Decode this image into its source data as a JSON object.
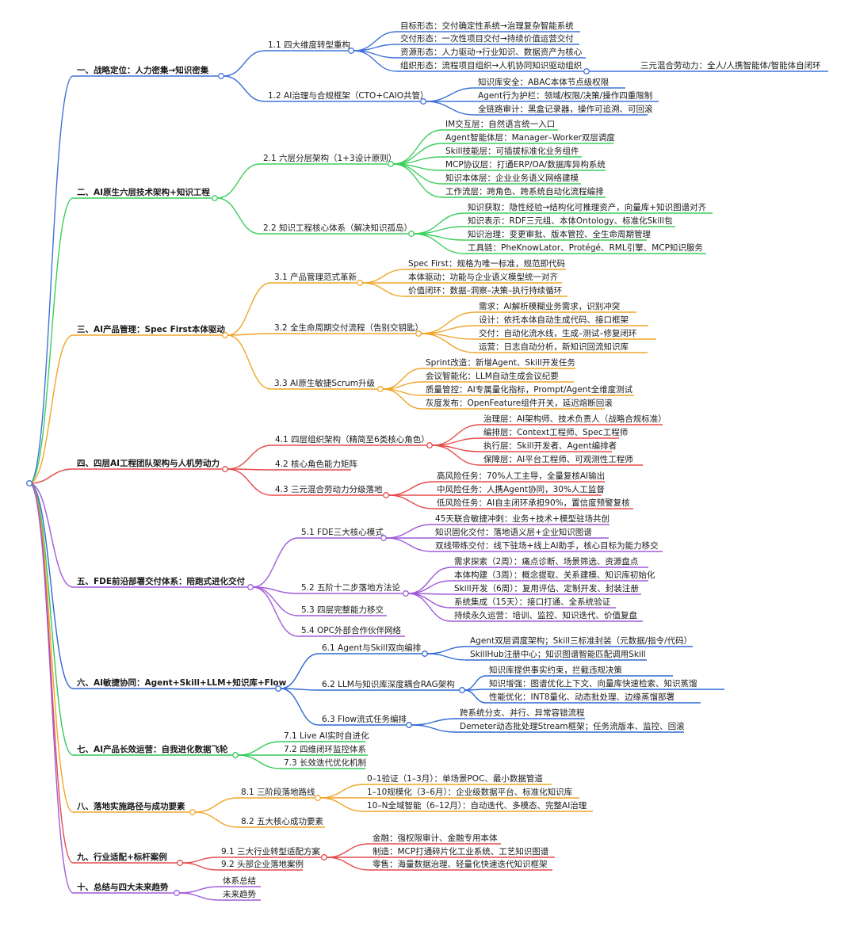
{
  "colors": {
    "root": "#3f73d8",
    "section_1": "#3f73d8",
    "section_2": "#3ccf5f",
    "section_3": "#f0a52a",
    "section_4": "#e64b4b",
    "section_5": "#a05ad8",
    "section_6": "#2f69d3",
    "section_7": "#33c95a",
    "section_8": "#f0a52a",
    "section_9": "#e64b4b",
    "section_10": "#a05ad8"
  },
  "sections": [
    {
      "label": "一、战略定位：人力密集→知识密集",
      "children": [
        {
          "label": "1.1 四大维度转型重构",
          "children": [
            {
              "label": "目标形态：交付确定性系统→治理复杂智能系统"
            },
            {
              "label": "交付形态：一次性项目交付→持续价值运营交付"
            },
            {
              "label": "资源形态：人力驱动→行业知识、数据资产为核心"
            },
            {
              "label": "组织形态：流程项目组织→人机协同知识驱动组织",
              "children": [
                {
                  "label": "三元混合劳动力：全人/人携智能体/智能体自闭环"
                }
              ]
            }
          ]
        },
        {
          "label": "1.2 AI治理与合规框架（CTO+CAIO共管）",
          "children": [
            {
              "label": "知识库安全：ABAC本体节点级权限"
            },
            {
              "label": "Agent行为护栏：领域/权限/决策/操作四重限制"
            },
            {
              "label": "全链路审计：黑盒记录器，操作可追溯、可回滚"
            }
          ]
        }
      ]
    },
    {
      "label": "二、AI原生六层技术架构+知识工程",
      "children": [
        {
          "label": "2.1 六层分层架构（1+3设计原则）",
          "children": [
            {
              "label": "IM交互层：自然语言统一入口"
            },
            {
              "label": "Agent智能体层：Manager–Worker双层调度"
            },
            {
              "label": "Skill技能层：可插拔标准化业务组件"
            },
            {
              "label": "MCP协议层：打通ERP/OA/数据库异构系统"
            },
            {
              "label": "知识本体层：企业业务语义网络建模"
            },
            {
              "label": "工作流层：跨角色、跨系统自动化流程编排"
            }
          ]
        },
        {
          "label": "2.2 知识工程核心体系（解决知识孤岛）",
          "children": [
            {
              "label": "知识获取：隐性经验→结构化可推理资产，向量库+知识图谱对齐"
            },
            {
              "label": "知识表示：RDF三元组、本体Ontology、标准化Skill包"
            },
            {
              "label": "知识治理：变更审批、版本管控、全生命周期管理"
            },
            {
              "label": "工具链：PheKnowLator、Protégé、RML引擎、MCP知识服务"
            }
          ]
        }
      ]
    },
    {
      "label": "三、AI产品管理：Spec First本体驱动",
      "children": [
        {
          "label": "3.1 产品管理范式革新",
          "children": [
            {
              "label": "Spec First：规格为唯一标准，规范即代码"
            },
            {
              "label": "本体驱动：功能与企业语义模型统一对齐"
            },
            {
              "label": "价值闭环：数据–洞察–决策–执行持续循环"
            }
          ]
        },
        {
          "label": "3.2 全生命周期交付流程（告别交钥匙）",
          "children": [
            {
              "label": "需求：AI解析模糊业务需求，识别冲突"
            },
            {
              "label": "设计：依托本体自动生成代码、接口框架"
            },
            {
              "label": "交付：自动化流水线，生成–测试–修复闭环"
            },
            {
              "label": "运营：日志自动分析，新知识回流知识库"
            }
          ]
        },
        {
          "label": "3.3 AI原生敏捷Scrum升级",
          "children": [
            {
              "label": "Sprint改造：新增Agent、Skill开发任务"
            },
            {
              "label": "会议智能化：LLM自动生成会议纪要"
            },
            {
              "label": "质量管控：AI专属量化指标，Prompt/Agent全维度测试"
            },
            {
              "label": "灰度发布：OpenFeature组件开关，延迟熔断回滚"
            }
          ]
        }
      ]
    },
    {
      "label": "四、四层AI工程团队架构与人机劳动力",
      "children": [
        {
          "label": "4.1 四层组织架构（精简至6类核心角色）",
          "children": [
            {
              "label": "治理层：AI架构师、技术负责人（战略合规标准）"
            },
            {
              "label": "编排层：Context工程师、Spec工程师"
            },
            {
              "label": "执行层：Skill开发者、Agent编排者"
            },
            {
              "label": "保障层：AI平台工程师、可观测性工程师"
            }
          ]
        },
        {
          "label": "4.2 核心角色能力矩阵"
        },
        {
          "label": "4.3 三元混合劳动力分级落地",
          "children": [
            {
              "label": "高风险任务：70%人工主导，全量复核AI输出"
            },
            {
              "label": "中风险任务：人携Agent协同，30%人工监督"
            },
            {
              "label": "低风险任务：AI自主闭环承担90%，置信度预警复核"
            }
          ]
        }
      ]
    },
    {
      "label": "五、FDE前沿部署交付体系：陪跑式进化交付",
      "children": [
        {
          "label": "5.1 FDE三大核心模式",
          "children": [
            {
              "label": "45天联合敏捷冲刺：业务+技术+模型驻场共创"
            },
            {
              "label": "知识固化交付：落地语义层+企业知识图谱"
            },
            {
              "label": "双线带练交付：线下驻场+线上AI助手，核心目标为能力移交"
            }
          ]
        },
        {
          "label": "5.2 五阶十二步落地方法论",
          "children": [
            {
              "label": "需求探索（2周）：痛点诊断、场景筛选、资源盘点"
            },
            {
              "label": "本体构建（3周）：概念提取、关系建模、知识库初始化"
            },
            {
              "label": "Skill开发（6周）：复用评估、定制开发、封装注册"
            },
            {
              "label": "系统集成（15天）：接口打通、全系统验证"
            },
            {
              "label": "持续永久运营：培训、监控、知识迭代、价值复盘"
            }
          ]
        },
        {
          "label": "5.3 四层完整能力移交"
        },
        {
          "label": "5.4 OPC外部合作伙伴网络"
        }
      ]
    },
    {
      "label": "六、AI敏捷协同：Agent+Skill+LLM+知识库+Flow",
      "children": [
        {
          "label": "6.1 Agent与Skill双向编排",
          "children": [
            {
              "label": "Agent双层调度架构；Skill三标准封装（元数据/指令/代码）"
            },
            {
              "label": "SkillHub注册中心；知识图谱智能匹配调用Skill"
            }
          ]
        },
        {
          "label": "6.2 LLM与知识库深度耦合RAG架构",
          "children": [
            {
              "label": "知识库提供事实约束，拦截违规决策"
            },
            {
              "label": "知识增强：图谱优化上下文、向量库快速检索、知识蒸馏"
            },
            {
              "label": "性能优化：INT8量化、动态批处理、边缘蒸馏部署"
            }
          ]
        },
        {
          "label": "6.3 Flow流式任务编排",
          "children": [
            {
              "label": "跨系统分支、并行、异常容错流程"
            },
            {
              "label": "Demeter动态批处理Stream框架；任务流版本、监控、回滚"
            }
          ]
        }
      ]
    },
    {
      "label": "七、AI产品长效运营：自我进化数据飞轮",
      "children": [
        {
          "label": "7.1 Live AI实时自进化"
        },
        {
          "label": "7.2 四维闭环监控体系"
        },
        {
          "label": "7.3 长效迭代优化机制"
        }
      ]
    },
    {
      "label": "八、落地实施路径与成功要素",
      "children": [
        {
          "label": "8.1 三阶段落地路线",
          "children": [
            {
              "label": "0–1验证（1–3月）：单场景POC、最小数据管道"
            },
            {
              "label": "1–10规模化（3–6月）：企业级数据平台、标准化知识库"
            },
            {
              "label": "10–N全域智能（6–12月）：自动迭代、多模态、完整AI治理"
            }
          ]
        },
        {
          "label": "8.2 五大核心成功要素"
        }
      ]
    },
    {
      "label": "九、行业适配+标杆案例",
      "children": [
        {
          "label": "9.1 三大行业转型适配方案",
          "children": [
            {
              "label": "金融：强权限审计、金融专用本体"
            },
            {
              "label": "制造：MCP打通碎片化工业系统、工艺知识图谱"
            },
            {
              "label": "零售：海量数据治理、轻量化快速迭代知识框架"
            }
          ]
        },
        {
          "label": "9.2 头部企业落地案例"
        }
      ]
    },
    {
      "label": "十、总结与四大未来趋势",
      "children": [
        {
          "label": "体系总结"
        },
        {
          "label": "未来趋势"
        }
      ]
    }
  ]
}
